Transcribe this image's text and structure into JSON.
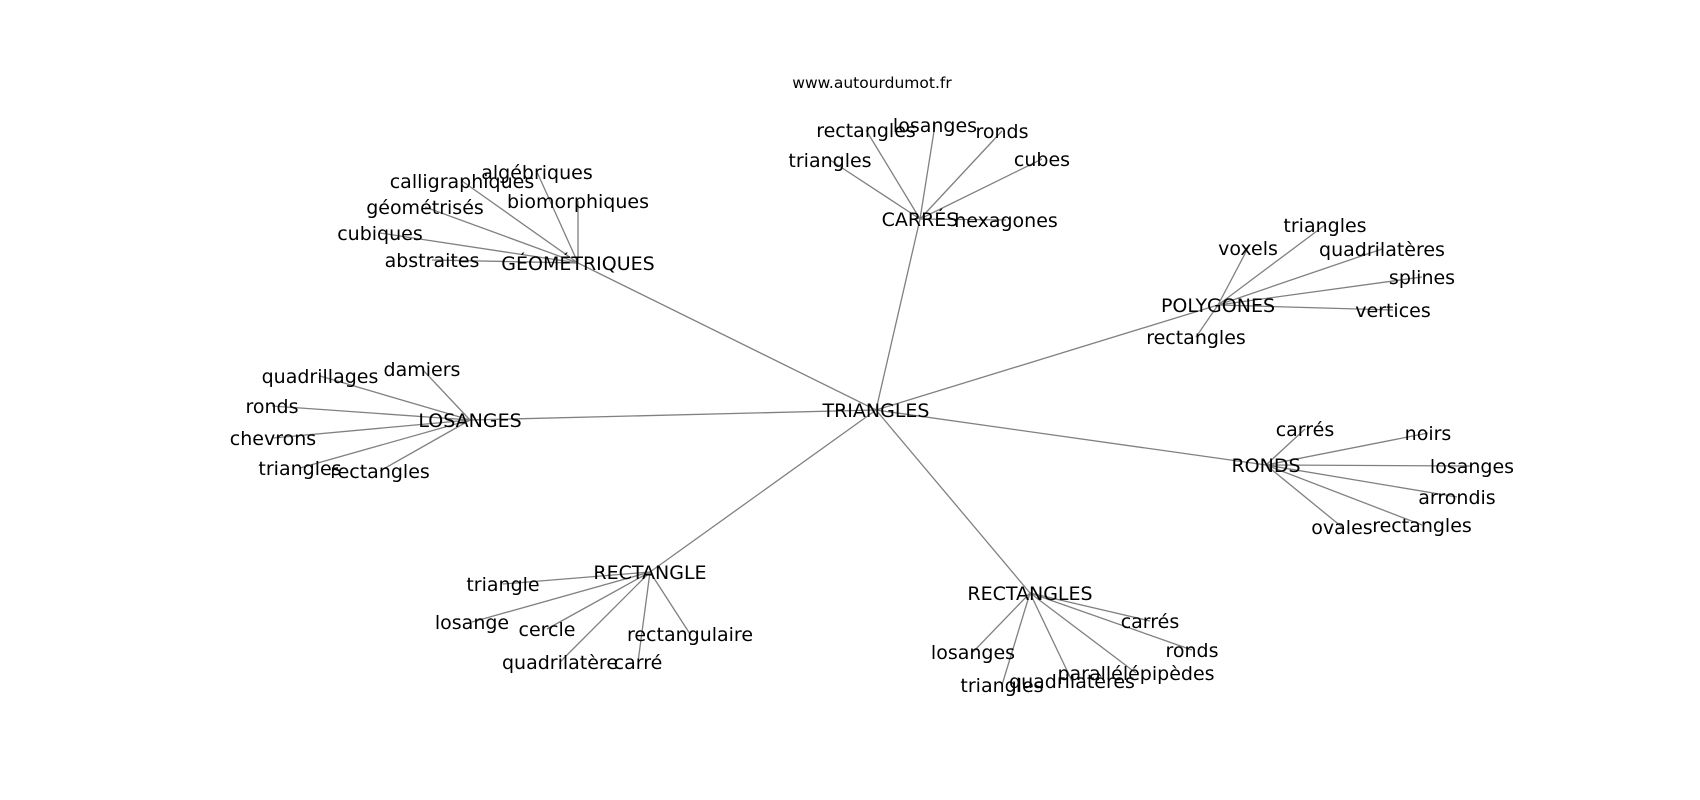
{
  "source": "www.autourdumot.fr",
  "graph": {
    "center": "TRIANGLES",
    "clusters": [
      {
        "hub": "GÉOMÉTRIQUES",
        "words": [
          "algébriques",
          "calligraphiques",
          "biomorphiques",
          "géométrisés",
          "cubiques",
          "abstraites"
        ]
      },
      {
        "hub": "CARRÉS",
        "words": [
          "rectangles",
          "losanges",
          "ronds",
          "triangles",
          "cubes",
          "hexagones"
        ]
      },
      {
        "hub": "POLYGONES",
        "words": [
          "triangles",
          "voxels",
          "quadrilatères",
          "splines",
          "vertices",
          "rectangles"
        ]
      },
      {
        "hub": "LOSANGES",
        "words": [
          "damiers",
          "quadrillages",
          "ronds",
          "chevrons",
          "triangles",
          "rectangles"
        ]
      },
      {
        "hub": "RONDS",
        "words": [
          "carrés",
          "noirs",
          "losanges",
          "arrondis",
          "ovales",
          "rectangles"
        ]
      },
      {
        "hub": "RECTANGLE",
        "words": [
          "triangle",
          "losange",
          "cercle",
          "rectangulaire",
          "quadrilatère",
          "carré"
        ]
      },
      {
        "hub": "RECTANGLES",
        "words": [
          "carrés",
          "ronds",
          "losanges",
          "parallélépipèdes",
          "triangles",
          "quadrilatères"
        ]
      }
    ]
  }
}
